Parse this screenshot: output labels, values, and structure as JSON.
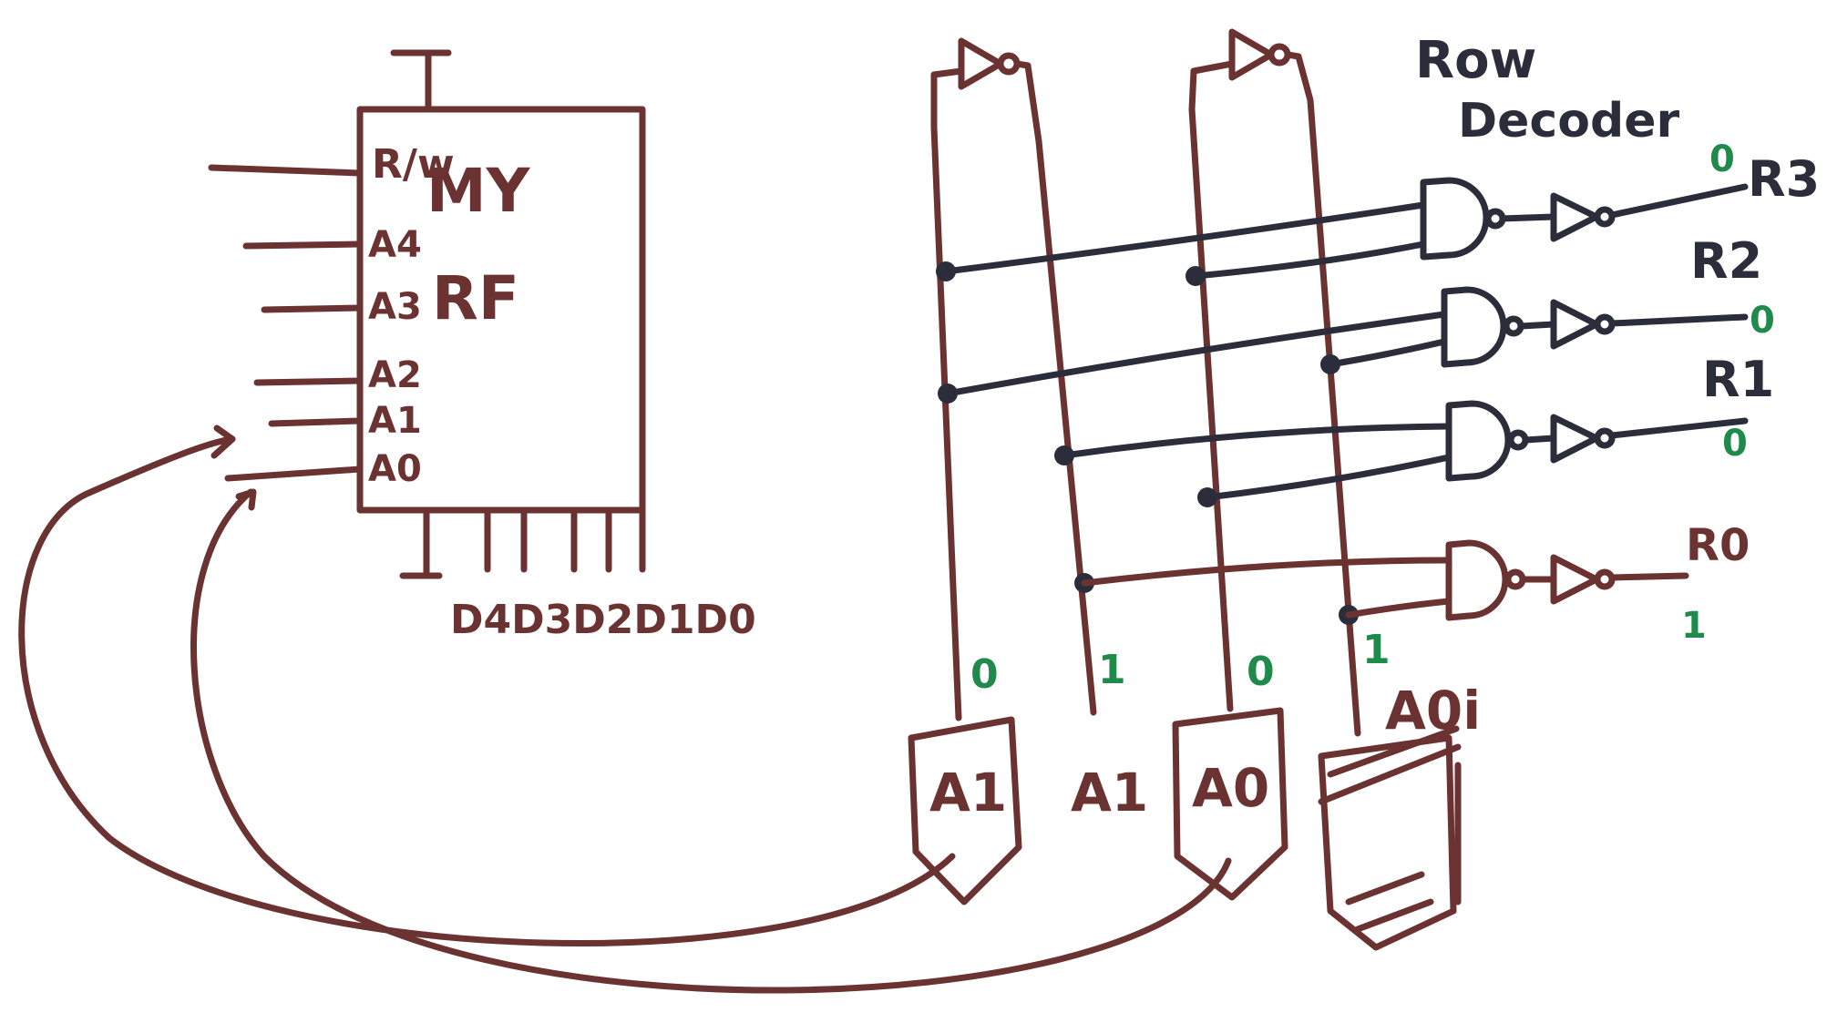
{
  "colors": {
    "brown": "#6b3232",
    "black": "#2b2e3a",
    "green": "#1f8a4c"
  },
  "memory": {
    "name_line1": "MY",
    "name_line2": "RF",
    "rw_label": "R/w",
    "pins": [
      "A4",
      "A3",
      "A2",
      "A1",
      "A0"
    ],
    "data_label": "D4D3D2D1D0"
  },
  "decoder": {
    "title_line1": "Row",
    "title_line2": "Decoder",
    "outputs": [
      {
        "label": "R3",
        "value": "0"
      },
      {
        "label": "R2",
        "value": "0"
      },
      {
        "label": "R1",
        "value": "0"
      },
      {
        "label": "R0",
        "value": "1"
      }
    ],
    "column_values": [
      "0",
      "1",
      "0",
      "1"
    ],
    "inputs": [
      "A1",
      "A1",
      "A0",
      "A0i"
    ]
  }
}
